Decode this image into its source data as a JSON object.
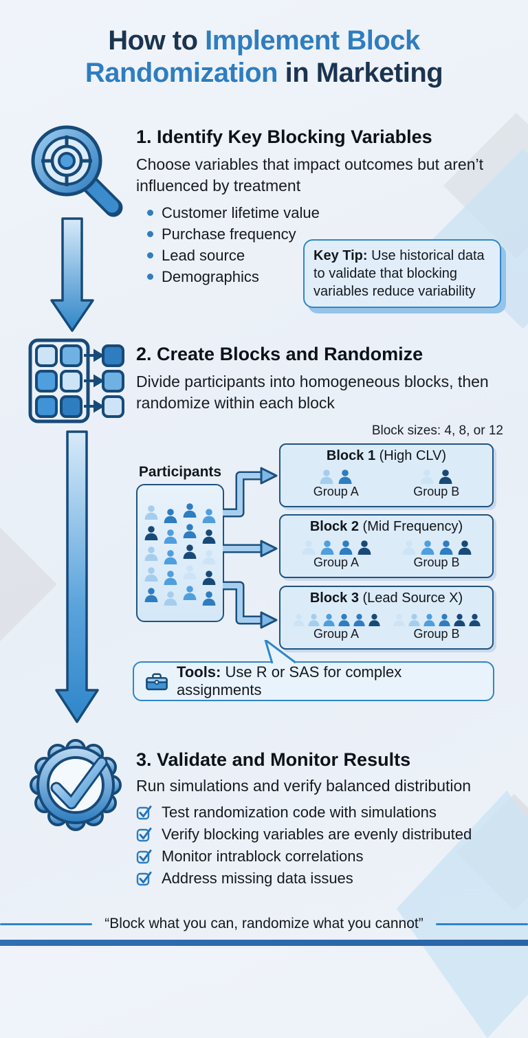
{
  "palette": {
    "accent": "#2e7dc0",
    "navy_text": "#1b3450",
    "icon_stroke": "#1d4f7e",
    "person": {
      "lightest": "#cde4f7",
      "light": "#a5cdee",
      "mid": "#4f9ede",
      "blue": "#2e7dc0",
      "dark": "#174a78"
    }
  },
  "title": {
    "part1": "How to ",
    "part2": "Implement Block Randomization",
    "part3": " in Marketing"
  },
  "sections": {
    "s1": {
      "heading": "1. Identify Key Blocking Variables",
      "body": "Choose variables that impact outcomes but aren’t influenced by treatment",
      "bullets": [
        "Customer lifetime value",
        "Purchase frequency",
        "Lead source",
        "Demographics"
      ],
      "tip_label": "Key Tip:",
      "tip_text": " Use historical data to validate that blocking variables reduce variability"
    },
    "s2": {
      "heading": "2. Create Blocks and Randomize",
      "body": "Divide participants into homogeneous blocks, then randomize within each block",
      "block_sizes_note": "Block sizes: 4, 8, or 12",
      "participants_label": "Participants",
      "participants_people": [
        "light",
        "blue",
        "blue",
        "mid",
        "dark",
        "mid",
        "blue",
        "dark",
        "light",
        "mid",
        "dark",
        "lightest",
        "light",
        "mid",
        "lightest",
        "dark",
        "blue",
        "light",
        "mid",
        "blue"
      ],
      "blocks": [
        {
          "name": "Block 1",
          "qualifier": " (High CLV)",
          "group_a_label": "Group A",
          "group_b_label": "Group B",
          "group_a_people": [
            "light",
            "blue"
          ],
          "group_b_people": [
            "lightest",
            "dark"
          ]
        },
        {
          "name": "Block 2",
          "qualifier": " (Mid Frequency)",
          "group_a_label": "Group A",
          "group_b_label": "Group B",
          "group_a_people": [
            "lightest",
            "mid",
            "blue",
            "dark"
          ],
          "group_b_people": [
            "lightest",
            "mid",
            "blue",
            "dark"
          ]
        },
        {
          "name": "Block 3",
          "qualifier": " (Lead Source X)",
          "group_a_label": "Group A",
          "group_b_label": "Group B",
          "group_a_people": [
            "lightest",
            "light",
            "mid",
            "blue",
            "blue",
            "dark"
          ],
          "group_b_people": [
            "lightest",
            "light",
            "mid",
            "blue",
            "dark",
            "dark"
          ]
        }
      ],
      "tools_label": "Tools:",
      "tools_text": " Use R or SAS for complex assignments"
    },
    "s3": {
      "heading": "3. Validate and Monitor Results",
      "body": "Run simulations and verify balanced distribution",
      "checklist": [
        "Test randomization code with simulations",
        "Verify blocking variables are evenly distributed",
        "Monitor intrablock correlations",
        "Address missing data issues"
      ]
    }
  },
  "footer": {
    "quote": "“Block what you can, randomize what you cannot”"
  }
}
